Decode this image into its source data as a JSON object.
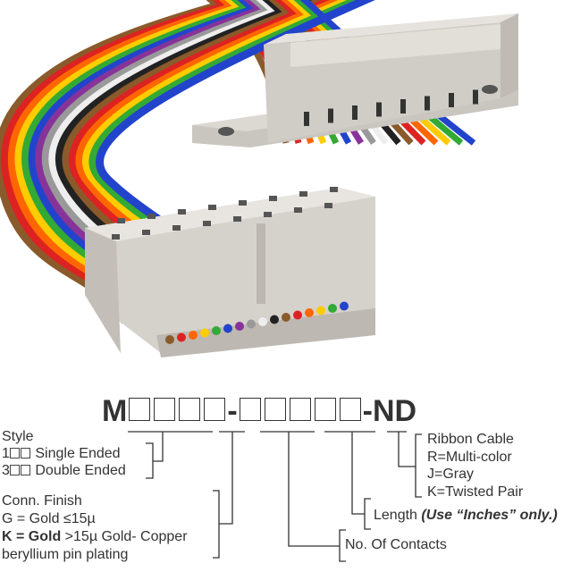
{
  "part_number": {
    "prefix": "M",
    "separator": "-",
    "suffix": "-ND",
    "group1_boxes": 4,
    "group2_boxes": 5
  },
  "legend": {
    "style": {
      "title": "Style",
      "options": [
        {
          "code": "1",
          "label": "Single Ended"
        },
        {
          "code": "3",
          "label": "Double Ended"
        }
      ]
    },
    "finish": {
      "title": "Conn. Finish",
      "line1": "G = Gold ≤15µ",
      "line2_bold": "K = Gold",
      "line2_rest": " >15µ Gold- Copper",
      "line3": "beryllium pin plating"
    },
    "contacts": {
      "label": "No. Of Contacts"
    },
    "length": {
      "label": "Length",
      "note": "(Use “Inches” only.)"
    },
    "cable": {
      "title": "Ribbon Cable",
      "options": [
        "R=Multi-color",
        "J=Gray",
        "K=Twisted Pair"
      ]
    }
  },
  "colors": {
    "text": "#333333",
    "connector": "#d8d4ce",
    "wires": [
      "#8b5a2b",
      "#d22",
      "#f60",
      "#fc0",
      "#3a3",
      "#24c",
      "#839",
      "#999",
      "#eee",
      "#222",
      "#8b5a2b",
      "#d22",
      "#f60",
      "#fc0",
      "#3a3",
      "#24c"
    ]
  }
}
